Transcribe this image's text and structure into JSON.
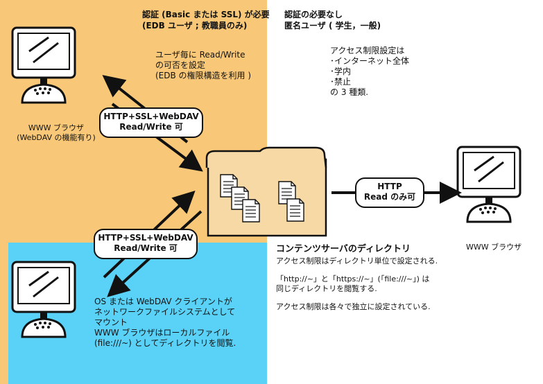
{
  "auth_zone": {
    "line1": "認証 (Basic または SSL) が必要",
    "line2": "(EDB ユーザ ; 教職員のみ)",
    "desc": [
      "ユーザ毎に Read/Write",
      "の可否を設定",
      "(EDB の権限構造を利用 )"
    ]
  },
  "anon_zone": {
    "line1": "認証の必要なし",
    "line2": "匿名ユーザ ( 学生，一般)",
    "desc": [
      "アクセス制限設定は",
      "･インターネット全体",
      "･学内",
      "･禁止",
      "の 3 種類."
    ]
  },
  "pills": {
    "top": [
      "HTTP+SSL+WebDAV",
      "Read/Write 可"
    ],
    "bottom": [
      "HTTP+SSL+WebDAV",
      "Read/Write 可"
    ],
    "right": [
      "HTTP",
      "Read のみ可"
    ]
  },
  "clients": {
    "top_left": [
      "WWW ブラウザ",
      "(WebDAV の機能有り)"
    ],
    "right": "WWW ブラウザ",
    "bottom_left": [
      "OS または WebDAV クライアントが",
      "ネットワークファイルシステムとして",
      "マウント",
      "WWW ブラウザはローカルファイル",
      "(file:///~) としてディレクトリを閲覧."
    ]
  },
  "server": {
    "title": "コンテンツサーバのディレクトリ",
    "notes": [
      "アクセス制限はディレクトリ単位で設定される.",
      "「http://~」と「https://~」(「file:///~」) は",
      "同じディレクトリを閲覧する.",
      "アクセス制限は各々で独立に設定されている."
    ]
  }
}
